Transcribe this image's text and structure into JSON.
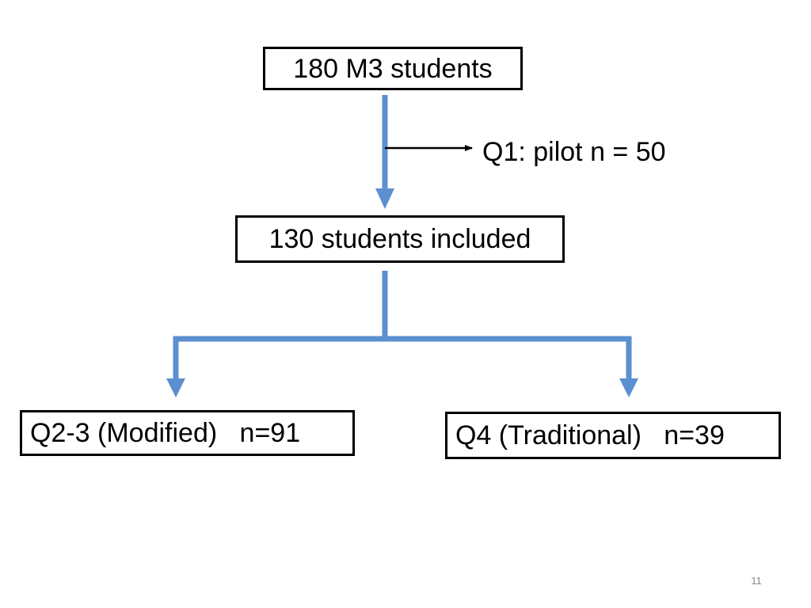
{
  "flowchart": {
    "start": "180 M3 students",
    "excluded": "Q1: pilot n = 50",
    "included": "130 students included",
    "branch_left": "Q2-3 (Modified)   n=91",
    "branch_right": "Q4 (Traditional)   n=39"
  },
  "page_number": "11",
  "colors": {
    "connector": "#5b8fd0",
    "box_border": "#000000",
    "text": "#000000",
    "side_arrow": "#000000"
  }
}
